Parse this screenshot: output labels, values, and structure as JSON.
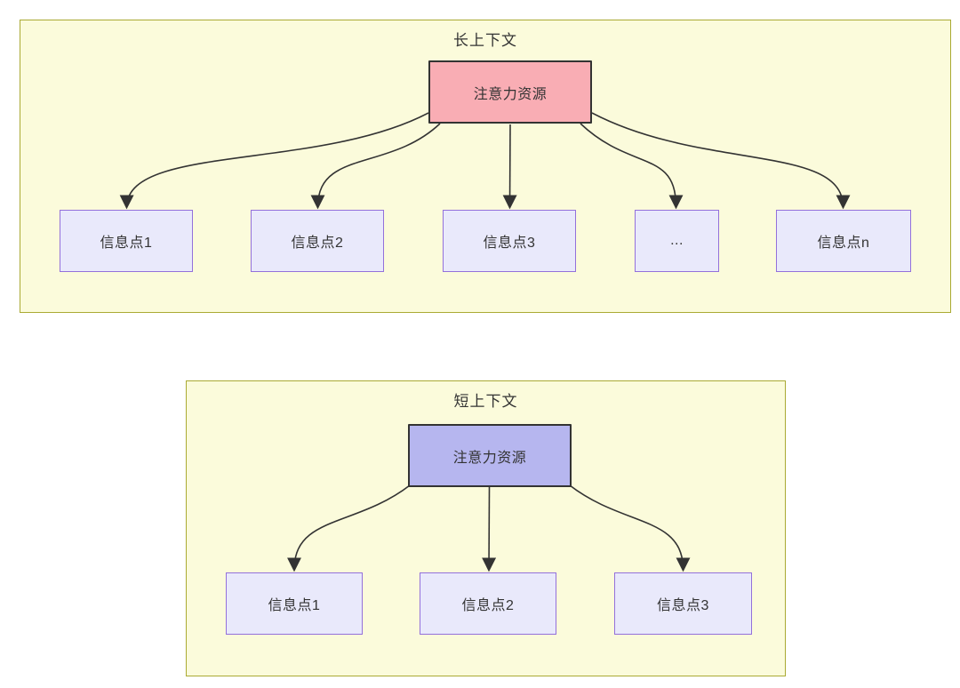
{
  "diagram": {
    "type": "flowchart",
    "description": "Comparison of attention resource allocation between long and short context"
  },
  "colors": {
    "container_fill": "#fbfbdb",
    "container_border": "#aaaa33",
    "attention_long_fill": "#f9adb4",
    "attention_short_fill": "#b6b6ef",
    "attention_border": "#333333",
    "info_fill": "#e9e9fb",
    "info_border": "#9370db",
    "arrow_color": "#333333",
    "text_color": "#333333"
  },
  "sections": [
    {
      "id": "long-context",
      "title": "长上下文",
      "attention_label": "注意力资源",
      "info_nodes": [
        "信息点1",
        "信息点2",
        "信息点3",
        "...",
        "信息点n"
      ]
    },
    {
      "id": "short-context",
      "title": "短上下文",
      "attention_label": "注意力资源",
      "info_nodes": [
        "信息点1",
        "信息点2",
        "信息点3"
      ]
    }
  ]
}
